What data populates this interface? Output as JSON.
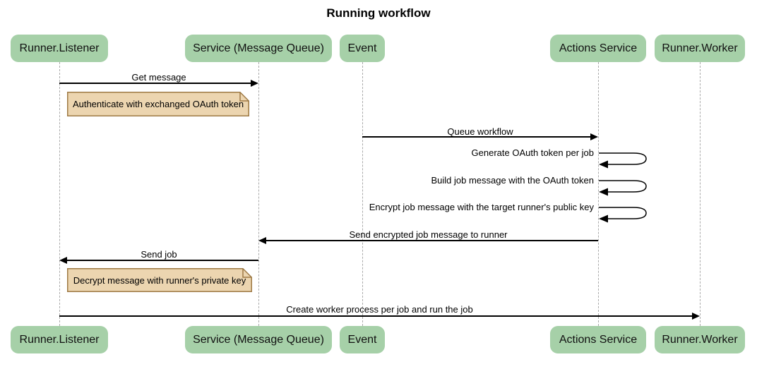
{
  "title": "Running workflow",
  "diagram_type": "sequence-diagram",
  "actors": [
    {
      "id": "runner-listener",
      "label": "Runner.Listener"
    },
    {
      "id": "service-message-queue",
      "label": "Service (Message Queue)"
    },
    {
      "id": "event",
      "label": "Event"
    },
    {
      "id": "actions-service",
      "label": "Actions Service"
    },
    {
      "id": "runner-worker",
      "label": "Runner.Worker"
    }
  ],
  "messages": [
    {
      "from": "Runner.Listener",
      "to": "Service (Message Queue)",
      "label": "Get message",
      "type": "solid-arrow"
    },
    {
      "from": "Event",
      "to": "Actions Service",
      "label": "Queue workflow",
      "type": "solid-arrow"
    },
    {
      "from": "Actions Service",
      "to": "Actions Service",
      "label": "Generate OAuth token per job",
      "type": "self"
    },
    {
      "from": "Actions Service",
      "to": "Actions Service",
      "label": "Build job message with the OAuth token",
      "type": "self"
    },
    {
      "from": "Actions Service",
      "to": "Actions Service",
      "label": "Encrypt job message with the target runner's public key",
      "type": "self"
    },
    {
      "from": "Actions Service",
      "to": "Service (Message Queue)",
      "label": "Send encrypted job message to runner",
      "type": "solid-arrow"
    },
    {
      "from": "Service (Message Queue)",
      "to": "Runner.Listener",
      "label": "Send job",
      "type": "solid-arrow"
    },
    {
      "from": "Runner.Listener",
      "to": "Runner.Worker",
      "label": "Create worker process per job and run the job",
      "type": "solid-arrow"
    }
  ],
  "notes": [
    {
      "over": [
        "Runner.Listener",
        "Service (Message Queue)"
      ],
      "text": "Authenticate with exchanged OAuth token"
    },
    {
      "over": [
        "Runner.Listener",
        "Service (Message Queue)"
      ],
      "text": "Decrypt message with runner's private key"
    }
  ],
  "colors": {
    "actor_fill": "#a6d0a8",
    "note_fill": "#ecd5b0",
    "note_border": "#9e7a45",
    "line": "#000000",
    "lifeline": "#aaaaaa",
    "background": "#ffffff",
    "text": "#111111"
  }
}
